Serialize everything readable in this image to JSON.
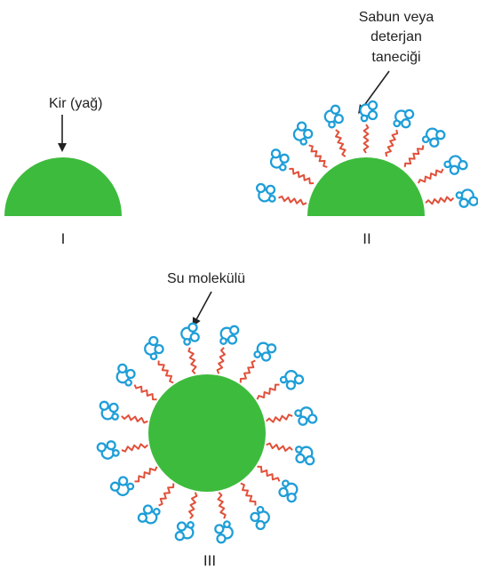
{
  "labels": {
    "dirt": "Kir (yağ)",
    "soap_line1": "Sabun veya",
    "soap_line2": "deterjan",
    "soap_line3": "taneciği",
    "water": "Su molekülü"
  },
  "panels": {
    "one": "I",
    "two": "II",
    "three": "III"
  },
  "colors": {
    "dirt": "#3dbb3d",
    "tail": "#e0503a",
    "head": "#1f9ed8",
    "text": "#222222"
  },
  "icons": {
    "arrow": "arrow-down-icon",
    "molecule": "soap-molecule-icon"
  }
}
